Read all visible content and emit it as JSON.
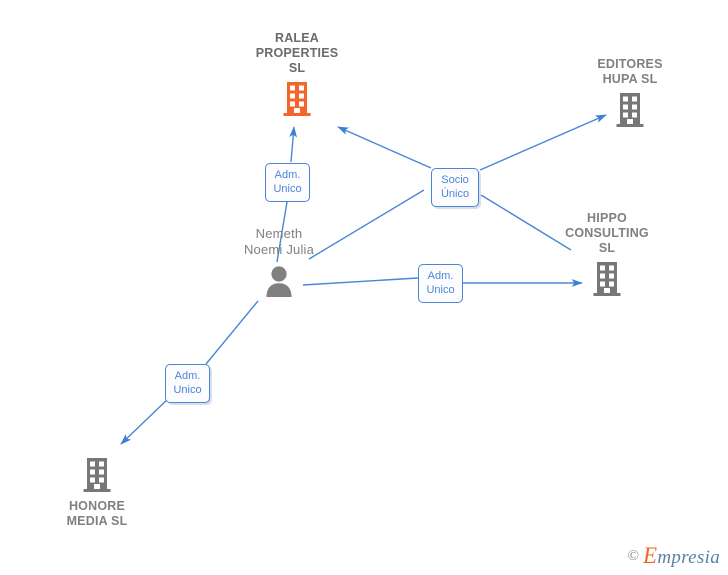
{
  "diagram": {
    "title_watermark": {
      "copyright": "©",
      "brand_first_letter": "E",
      "brand_rest": "mpresia"
    },
    "colors": {
      "company_highlight": "#f4652b",
      "company_default": "#808080",
      "edge": "#4a86d8",
      "relation_text": "#4a86d8",
      "label_text": "#808080"
    },
    "nodes": [
      {
        "id": "ralea",
        "label": "RALEA\nPROPERTIES\nSL",
        "icon": "building-icon",
        "type": "company",
        "highlighted": true
      },
      {
        "id": "editores-hupa",
        "label": "EDITORES\nHUPA  SL",
        "icon": "building-icon",
        "type": "company",
        "highlighted": false
      },
      {
        "id": "hippo-consulting",
        "label": "HIPPO\nCONSULTING\nSL",
        "icon": "building-icon",
        "type": "company",
        "highlighted": false
      },
      {
        "id": "honore-media",
        "label": "HONORE\nMEDIA SL",
        "icon": "building-icon",
        "type": "company",
        "highlighted": false
      },
      {
        "id": "nemeth-noemi-julia",
        "label": "Nemeth\nNoemi Julia",
        "icon": "person-icon",
        "type": "person",
        "highlighted": false
      }
    ],
    "relations": [
      {
        "id": "rel-adm-ralea",
        "label": "Adm.\nUnico",
        "from": "nemeth-noemi-julia",
        "to": "ralea"
      },
      {
        "id": "rel-socio-unico",
        "label": "Socio\nÚnico",
        "from": "nemeth-noemi-julia",
        "to": "ralea, editores-hupa, hippo-consulting"
      },
      {
        "id": "rel-adm-hippo",
        "label": "Adm.\nUnico",
        "from": "nemeth-noemi-julia",
        "to": "hippo-consulting"
      },
      {
        "id": "rel-adm-honore",
        "label": "Adm.\nUnico",
        "from": "nemeth-noemi-julia",
        "to": "honore-media"
      }
    ]
  }
}
